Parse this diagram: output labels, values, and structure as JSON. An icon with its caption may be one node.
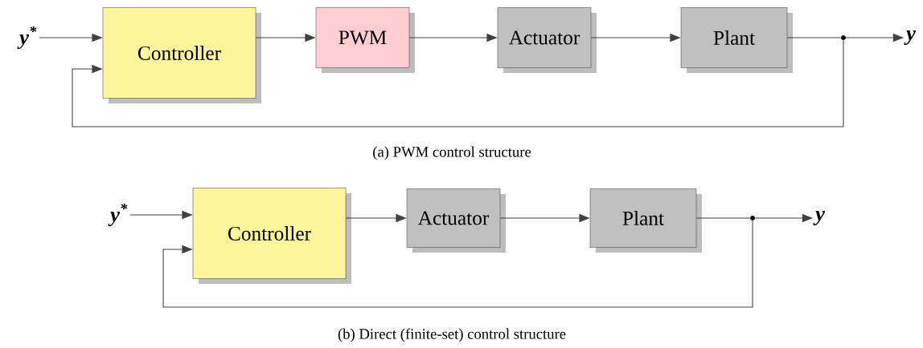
{
  "diagram": {
    "nodes": [
      {
        "text": [
          "y$^{*}$"
        ]
      },
      {
        "text": [
          "Controller"
        ]
      },
      {
        "text": [
          "PWM"
        ]
      },
      {
        "text": [
          "Actuator"
        ]
      },
      {
        "text": [
          "Plant"
        ]
      },
      {
        "text": [],
        "shape": "circle"
      },
      {
        "text": [
          "y"
        ]
      },
      {
        "text": [
          "y$^{*}$"
        ]
      },
      {
        "text": [
          "Controller"
        ]
      },
      {
        "text": [
          "Actuator"
        ]
      },
      {
        "text": [
          "Plant"
        ]
      },
      {
        "text": [],
        "shape": "circle"
      },
      {
        "text": [
          "y"
        ]
      }
    ],
    "edges": [
      {
        "from": 0,
        "to": 1,
        "arrow": "to"
      },
      {
        "from": 1,
        "to": 2,
        "arrow": "to"
      },
      {
        "from": 2,
        "to": 3,
        "arrow": "to"
      },
      {
        "from": 3,
        "to": 4,
        "arrow": "to"
      },
      {
        "from": 4,
        "to": 5,
        "arrow": "none"
      },
      {
        "from": 5,
        "to": 6,
        "arrow": "to"
      },
      {
        "from": 5,
        "to": 1,
        "arrow": "to"
      },
      {
        "from": 7,
        "to": 8,
        "arrow": "to"
      },
      {
        "from": 8,
        "to": 9,
        "arrow": "to"
      },
      {
        "from": 9,
        "to": 10,
        "arrow": "to"
      },
      {
        "from": 10,
        "to": 11,
        "arrow": "none"
      },
      {
        "from": 11,
        "to": 12,
        "arrow": "to"
      },
      {
        "from": 11,
        "to": 8,
        "arrow": "to"
      }
    ],
    "labels": [
      "(a)  PWM control structure",
      "(b)  Direct (finite-set) control structure"
    ]
  }
}
